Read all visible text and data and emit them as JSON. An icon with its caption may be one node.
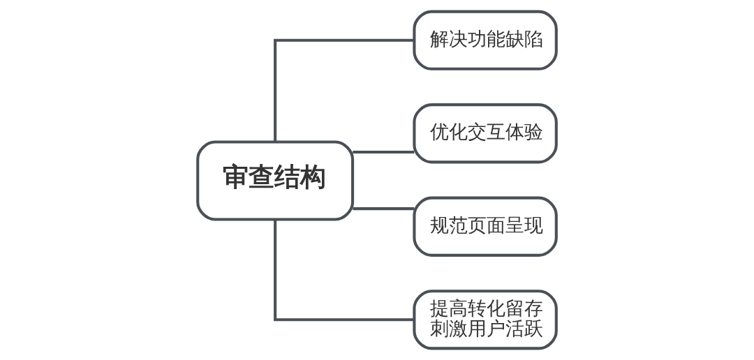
{
  "diagram": {
    "nodes": [
      {
        "text": [
          "审查结构"
        ]
      },
      {
        "text": [
          "解决功能缺陷"
        ]
      },
      {
        "text": [
          "优化交互体验"
        ]
      },
      {
        "text": [
          "规范页面呈现"
        ]
      },
      {
        "text": [
          "提高转化留存刺激用户活跃"
        ]
      }
    ],
    "edges": [
      {
        "from": 0,
        "to": 1,
        "arrow": "none"
      },
      {
        "from": 0,
        "to": 2,
        "arrow": "none"
      },
      {
        "from": 0,
        "to": 3,
        "arrow": "none"
      },
      {
        "from": 0,
        "to": 4,
        "arrow": "none"
      }
    ]
  }
}
